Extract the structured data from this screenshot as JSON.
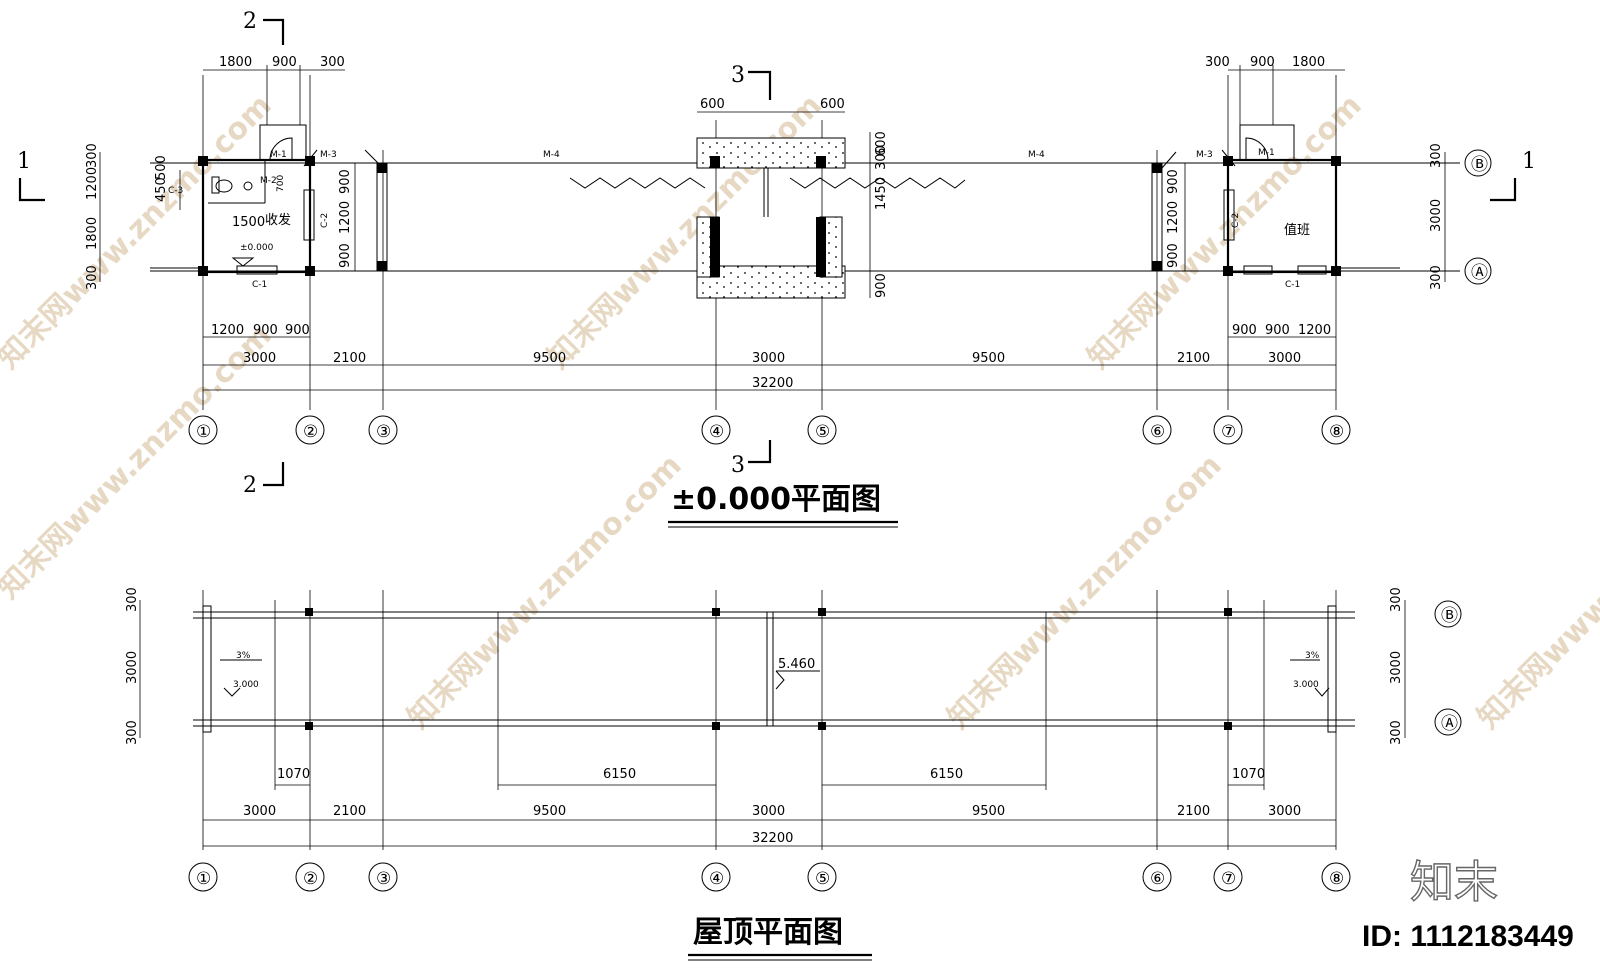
{
  "plan": {
    "title": "±0.000平面图",
    "room_left": "收发",
    "room_right": "值班",
    "elevation_mark": "±0.000",
    "left_dim_1500": "1500",
    "door_labels": {
      "m1": "M-1",
      "m2": "M-2",
      "m3": "M-3",
      "m4": "M-4"
    },
    "window_labels": {
      "c1": "C-1",
      "c2": "C-2",
      "c3": "C-3"
    },
    "top_dims_left": [
      "1800",
      "900",
      "300"
    ],
    "top_dims_right": [
      "300",
      "900",
      "1800"
    ],
    "top_dims_center": [
      "600",
      "600"
    ],
    "left_vertical_dims": [
      "300",
      "1200",
      "450",
      "500",
      "1800",
      "300"
    ],
    "wall_vertical_dims": [
      "900",
      "1200",
      "900"
    ],
    "m2_height": "700",
    "center_vertical_dims": [
      "600",
      "300",
      "1450",
      "900"
    ],
    "right_vertical_dims": [
      "300",
      "3000",
      "300"
    ],
    "bottom_dims_left": [
      "1200",
      "900",
      "900"
    ],
    "bottom_dims_right": [
      "900",
      "900",
      "1200"
    ],
    "axis_dims": [
      "3000",
      "2100",
      "9500",
      "3000",
      "9500",
      "2100",
      "3000"
    ],
    "total": "32200"
  },
  "roof": {
    "title": "屋顶平面图",
    "slope_label": "3%",
    "edge_elevation": "3.000",
    "center_elevation": "5.460",
    "partial_dims": [
      "1070",
      "6150",
      "6150",
      "1070"
    ],
    "axis_dims": [
      "3000",
      "2100",
      "9500",
      "3000",
      "9500",
      "2100",
      "3000"
    ],
    "total": "32200",
    "left_vertical_dims": [
      "300",
      "3000",
      "300"
    ],
    "right_vertical_dims": [
      "300",
      "3000",
      "300"
    ]
  },
  "axes": {
    "columns": [
      "①",
      "②",
      "③",
      "④",
      "⑤",
      "⑥",
      "⑦",
      "⑧"
    ],
    "rows": [
      "Ⓐ",
      "Ⓑ"
    ]
  },
  "sections": {
    "s1": "1",
    "s2": "2",
    "s3": "3"
  },
  "watermark": "知末网www.znzmo.com",
  "brand": "知末",
  "id_label": "ID: 1112183449"
}
